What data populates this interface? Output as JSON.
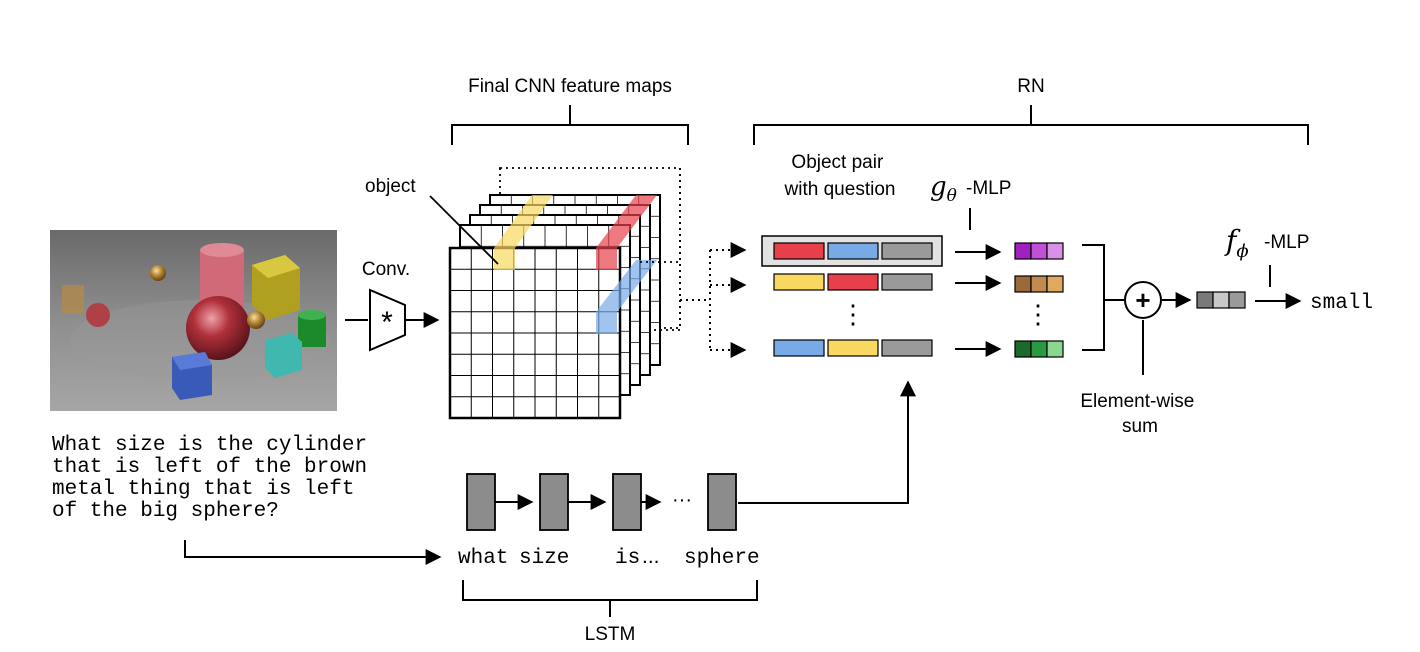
{
  "labels": {
    "final_cnn": "Final CNN feature maps",
    "rn": "RN",
    "object": "object",
    "conv": "Conv.",
    "conv_symbol": "*",
    "object_pair_line1": "Object pair",
    "object_pair_line2": "with question",
    "g_theta": "g",
    "g_sub": "θ",
    "g_suffix": "-MLP",
    "f_phi": "f",
    "f_sub": "ϕ",
    "f_suffix": "-MLP",
    "output": "small",
    "elementwise_line1": "Element-wise",
    "elementwise_line2": "sum",
    "lstm": "LSTM",
    "plus": "+",
    "vdots": "⋮",
    "lstm_ellipsis": "···"
  },
  "question_lines": [
    "What size is the cylinder",
    "that is left of the brown",
    "metal thing that is left",
    "of the big sphere?"
  ],
  "tokens": [
    "what",
    "size",
    "is",
    "...",
    "sphere"
  ],
  "colors": {
    "red": "#e8404a",
    "blue": "#78aae8",
    "gray": "#9a9a9a",
    "yellow": "#f8d860",
    "purple": [
      "#a020c0",
      "#c050d8",
      "#d890e8"
    ],
    "brown": [
      "#9a6a3a",
      "#c08a50",
      "#e0a860"
    ],
    "green": [
      "#1a6a2a",
      "#2a9a40",
      "#8ad890"
    ],
    "lstm_cell": "#8c8c8c"
  },
  "pair_rows": [
    [
      "red",
      "blue",
      "gray"
    ],
    [
      "yellow",
      "red",
      "gray"
    ],
    [
      "blue",
      "yellow",
      "gray"
    ]
  ]
}
